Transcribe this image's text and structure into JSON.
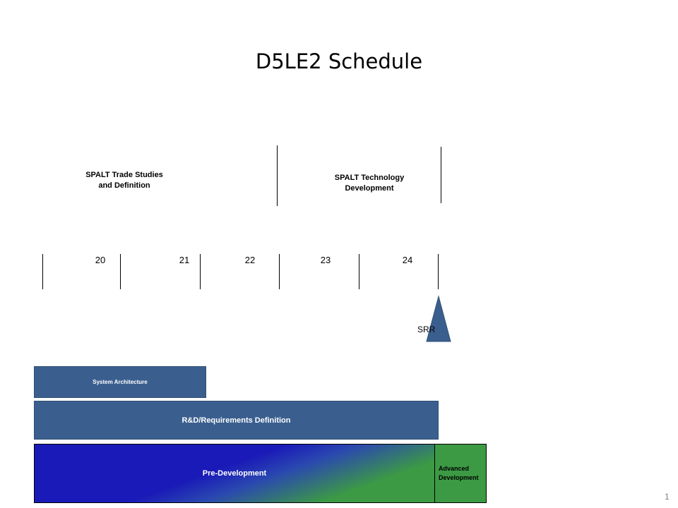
{
  "title": "D5LE2 Schedule",
  "phases": [
    {
      "label": "SPALT Trade Studies\nand Definition"
    },
    {
      "label": "SPALT Technology\nDevelopment"
    }
  ],
  "years": [
    "20",
    "21",
    "22",
    "23",
    "24"
  ],
  "milestone": {
    "label": "SRR",
    "color": "#3a5f8f"
  },
  "bars": {
    "system_architecture": "System Architecture",
    "rd_requirements": "R&D/Requirements Definition",
    "pre_development": "Pre-Development",
    "advanced_development": "Advanced\nDevelopment"
  },
  "colors": {
    "steel_blue": "#3a5f8f",
    "royal_blue": "#1a1ab8",
    "green": "#3c9a44"
  },
  "page_number": "1"
}
